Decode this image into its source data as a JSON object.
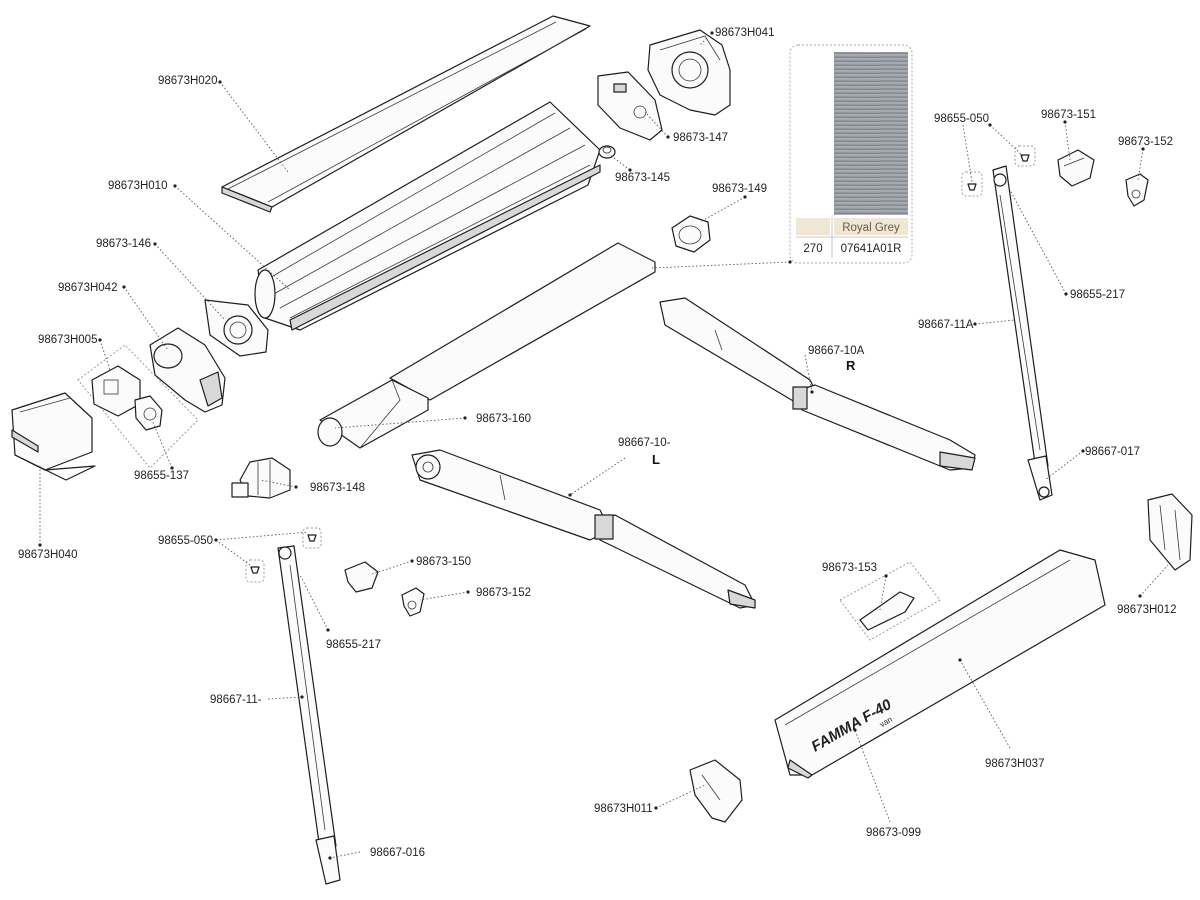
{
  "labels": {
    "h020": "98673H020",
    "h041": "98673H041",
    "p147": "98673-147",
    "p145": "98673-145",
    "h010": "98673H010",
    "p149": "98673-149",
    "p146": "98673-146",
    "h042": "98673H042",
    "h005": "98673H005",
    "p160": "98673-160",
    "p137": "98655-137",
    "p148": "98673-148",
    "h040": "98673H040",
    "p050_right": "98655-050",
    "p151": "98673-151",
    "p152_right": "98673-152",
    "p217_right": "98655-217",
    "p11a": "98667-11A",
    "p10a": "98667-10A",
    "r_mark": "R",
    "p10": "98667-10-",
    "l_mark": "L",
    "p017": "98667-017",
    "h012": "98673H012",
    "p050_left": "98655-050",
    "p150": "98673-150",
    "p152_left": "98673-152",
    "p217_left": "98655-217",
    "p153": "98673-153",
    "p11": "98667-11-",
    "h037": "98673H037",
    "p016": "98667-016",
    "h011": "98673H011",
    "p099": "98673-099"
  },
  "swatch": {
    "color_name": "Royal Grey",
    "length": "270",
    "code": "07641A01R",
    "fabric_color": "#8f959c",
    "header_color": "#efe6d6"
  },
  "brand": {
    "logo_text": "FAMMA F-40",
    "sub_text": "van"
  }
}
